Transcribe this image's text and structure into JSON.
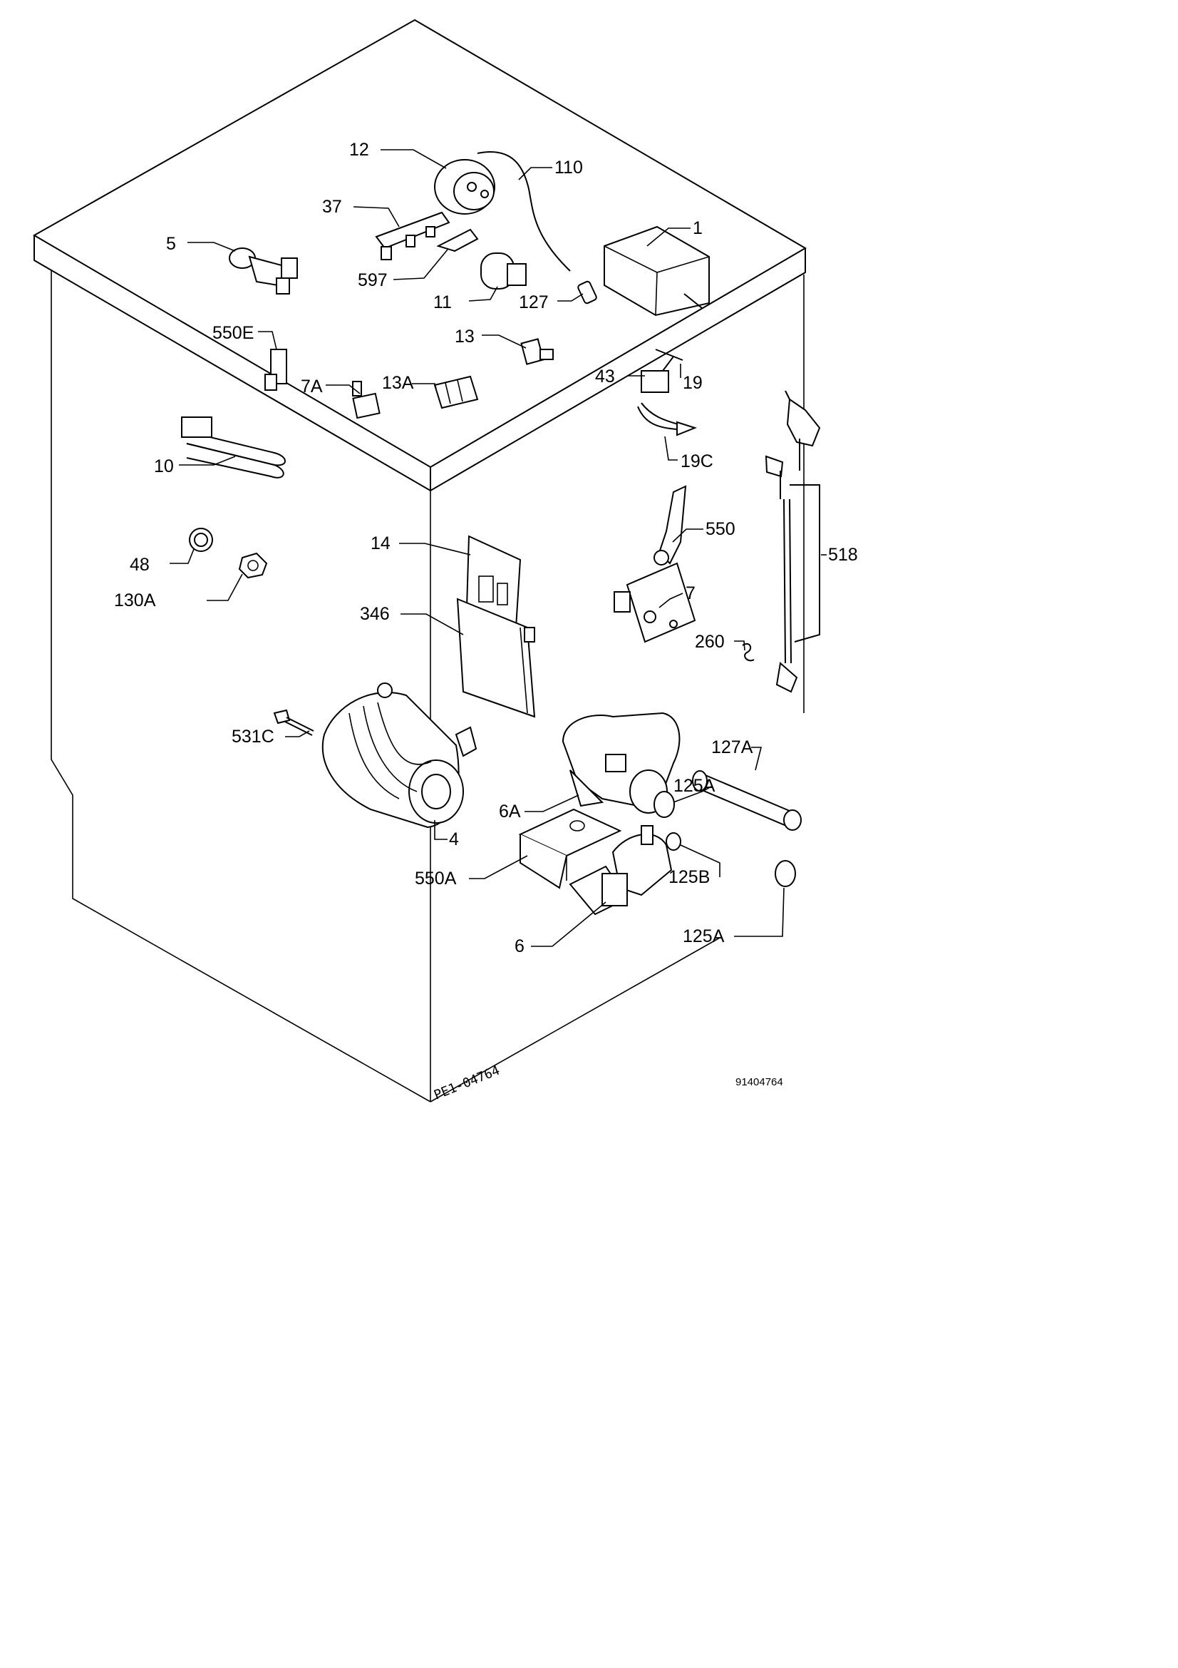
{
  "labels": {
    "l12": "12",
    "l110": "110",
    "l37": "37",
    "l1": "1",
    "l5": "5",
    "l597": "597",
    "l11": "11",
    "l127": "127",
    "l550e": "550E",
    "l13": "13",
    "l7a": "7A",
    "l13a": "13A",
    "l43": "43",
    "l19": "19",
    "l19c": "19C",
    "l10": "10",
    "l550": "550",
    "l518": "518",
    "l14": "14",
    "l48": "48",
    "l130a": "130A",
    "l346": "346",
    "l7": "7",
    "l260": "260",
    "l531c": "531C",
    "l127a": "127A",
    "l125a_top": "125A",
    "l6a": "6A",
    "l4": "4",
    "l125b": "125B",
    "l550a": "550A",
    "l125a_bottom": "125A",
    "l6": "6"
  },
  "drawing_code": "91404764",
  "handwritten_ref": "PE1-04764"
}
